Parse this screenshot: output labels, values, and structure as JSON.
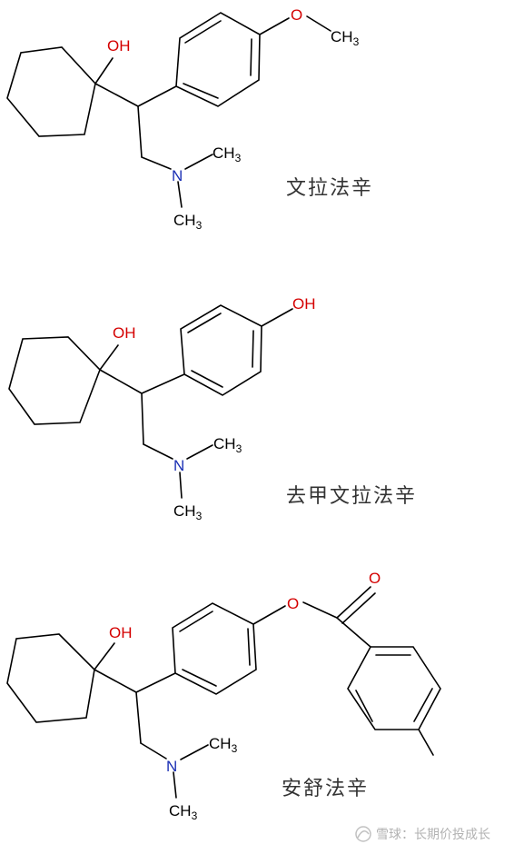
{
  "compounds": [
    {
      "name": "文拉法辛",
      "hydroxyl": "OH",
      "methoxy_o": "O",
      "methoxy_ch3": "CH",
      "methoxy_sub": "3",
      "amine": "N",
      "methyl_a": "CH",
      "methyl_a_sub": "3",
      "methyl_b": "CH",
      "methyl_b_sub": "3"
    },
    {
      "name": "去甲文拉法辛",
      "hydroxyl": "OH",
      "phenol": "OH",
      "amine": "N",
      "methyl_a": "CH",
      "methyl_a_sub": "3",
      "methyl_b": "CH",
      "methyl_b_sub": "3"
    },
    {
      "name": "安舒法辛",
      "hydroxyl": "OH",
      "ester_o": "O",
      "carbonyl_o": "O",
      "amine": "N",
      "methyl_a": "CH",
      "methyl_a_sub": "3",
      "methyl_b": "CH",
      "methyl_b_sub": "3"
    }
  ],
  "watermark": "雪球：长期价投成长",
  "colors": {
    "oxygen": "#d40000",
    "nitrogen": "#1a2fb4",
    "bond": "#000000"
  }
}
